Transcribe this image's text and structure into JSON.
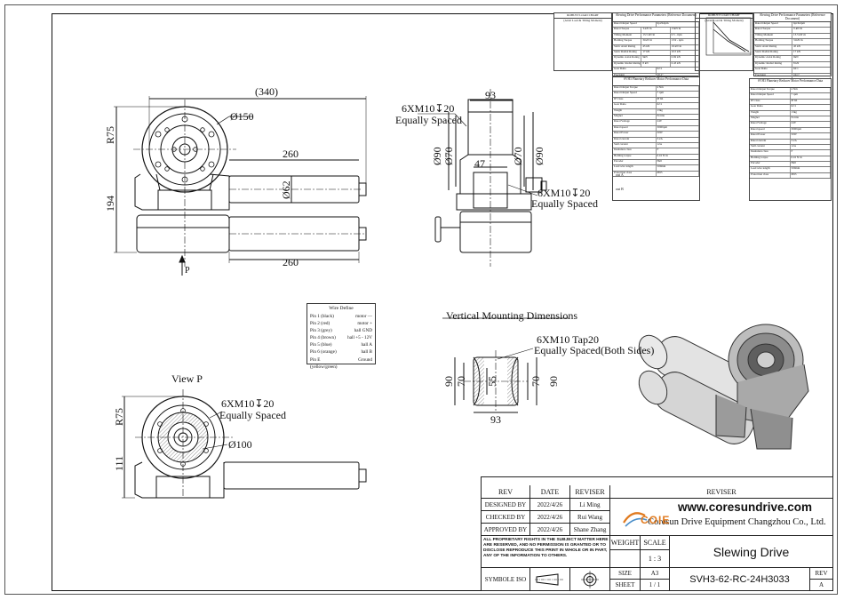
{
  "drawing": {
    "top_view": {
      "dim_overall": "(340)",
      "dim_dia_flange": "Ø150",
      "dim_radius": "R75",
      "dim_length_upper": "260",
      "dim_length_lower": "260",
      "dim_height": "194",
      "dim_dia_motor": "Ø62",
      "view_arrow": "P"
    },
    "side_view": {
      "dim_width": "93",
      "bolt_note_top_1": "6XM10↧20",
      "bolt_note_top_2": "Equally Spaced",
      "dim_d90_left": "Ø90",
      "dim_d70_left": "Ø70",
      "dim_d70_right": "Ø70",
      "dim_d90_right": "Ø90",
      "dim_47": "47",
      "bolt_note_bot_1": "6XM10↧20",
      "bolt_note_bot_2": "Equally Spaced"
    },
    "view_p": {
      "title": "View P",
      "bolt_note_1": "6XM10↧20",
      "bolt_note_2": "Equally Spaced",
      "dim_radius": "R75",
      "dim_dia": "Ø100",
      "dim_height": "111"
    },
    "vertical": {
      "title": "Vertical Mounting Dimensions",
      "tap_note_1": "6XM10 Tap20",
      "tap_note_2": "Equally Spaced(Both Sides)",
      "dim_90_left": "90",
      "dim_70_left": "70",
      "dim_55": "55",
      "dim_70_right": "70",
      "dim_90_right": "90",
      "dim_93": "93"
    },
    "wire_define": {
      "title": "Wire Define",
      "rows": [
        {
          "pin": "Pin 1  (black)",
          "func": "motor —"
        },
        {
          "pin": "Pin 2  (red)",
          "func": "motor +"
        },
        {
          "pin": "Pin 3  (grey)",
          "func": "hall GND"
        },
        {
          "pin": "Pin 4  (brown)",
          "func": "hall +5 - 12V"
        },
        {
          "pin": "Pin 5  (blue)",
          "func": "hall A"
        },
        {
          "pin": "Pin 6  (orange)",
          "func": "hall B"
        },
        {
          "pin": "Pin E  (yellow/green)",
          "func": "Ground"
        }
      ]
    }
  },
  "spec_sheets": {
    "left": {
      "chart_title_1": "ROBUST LOAD CHART",
      "chart_title_2": "(Axial Load & Tilting Moment)",
      "perf_title": "Slewing Drive Performance Parameters (Reference Document)",
      "perf_rows": [
        [
          "Rated Output Speed",
          "6pt/Kdpm"
        ],
        [
          "Rated Torque",
          "T-kN·m",
          "15kN·m"
        ],
        [
          "Tilting Moment",
          "13.5 kN·m",
          "0.5 - 6pfs"
        ],
        [
          "Holding Torque",
          "31kN·m",
          "13.9 - 4pfs"
        ],
        [
          "Static Axial Rating",
          "45 kN",
          "19 kN·m"
        ],
        [
          "Static Radial Rating",
          "17 kN",
          "10.5 kN"
        ],
        [
          "Dynamic Axial Rating",
          "9kN",
          "0.69 kN"
        ],
        [
          "Dynamic Radial Rating",
          "8 kN",
          "0.43 kN"
        ],
        [
          "Gear Ratio",
          "62:1"
        ],
        [
          "Precision",
          "≤0.1°"
        ]
      ],
      "gear_title": "SVH3 Planetary Reducer Motor Performance Data",
      "gear_rows": [
        [
          "Rated Output Torque",
          "4 Nm"
        ],
        [
          "Rated Output Speed",
          "7 rpm"
        ],
        [
          "IP Class",
          "IP 66"
        ],
        [
          "Gear Ratio",
          "62:1"
        ],
        [
          "Weight",
          "13kg"
        ]
      ],
      "motor_rows": [
        [
          "Magnet",
          "Ferrite"
        ],
        [
          "Rated Voltage",
          "24V"
        ],
        [
          "Rated speed",
          "3000rpm"
        ],
        [
          "Rated Power",
          "50W"
        ],
        [
          "Rated current",
          "3.2A"
        ],
        [
          "Stall current",
          "12A"
        ],
        [
          "Insulation class",
          "F"
        ],
        [
          "Holding torque",
          "0.16 N·m"
        ],
        [
          "Encoder",
          "Hall"
        ],
        [
          "Lead wire length",
          "500mm"
        ],
        [
          "Protection class",
          "IP65"
        ]
      ],
      "wave_a": "out A",
      "wave_b": "out B"
    },
    "right": {
      "chart_title_1": "ROBUST LOAD CHART",
      "chart_title_2": "(Axial Load & Tilting Moment)",
      "perf_title": "Slewing Drive Performance Parameters (Reference Document)"
    }
  },
  "title_block": {
    "rev_header": "REV",
    "date_header": "DATE",
    "reviser_header": "REVISER",
    "reviser_big": "REVISER",
    "designed_label": "DESIGNED BY",
    "designed_date": "2022/4/26",
    "designed_name": "Li Ming",
    "checked_label": "CHECKED BY",
    "checked_date": "2022/4/26",
    "checked_name": "Rui Wang",
    "approved_label": "APPROVED BY",
    "approved_date": "2022/4/26",
    "approved_name": "Shane Zhang",
    "website": "www.coresundrive.com",
    "company": "Coresun Drive Equipment Changzhou Co., Ltd.",
    "logo_text": "COIE",
    "notice": "ALL PROPRIETARY RIGHTS IN THE SUBJECT MATTER HERE OF ARE RESERVED, AND NO PERMISSION IS GRANTED OR TO DISCLOSE REPRODUCE THIS PRINT IN WHOLE OR IN PART, ANY OF THE INFORMATION TO OTHERS.",
    "weight_label": "WEIGHT",
    "scale_label": "SCALE",
    "scale_value": "1 : 3",
    "product": "Slewing Drive",
    "symbol_label": "SYMBOLE ISO",
    "size_label": "SIZE",
    "size_value": "A3",
    "sheet_label": "SHEET",
    "sheet_value": "1 / 1",
    "drawing_number": "SVH3-62-RC-24H3033",
    "rev_label": "REV",
    "rev_value": "A"
  }
}
